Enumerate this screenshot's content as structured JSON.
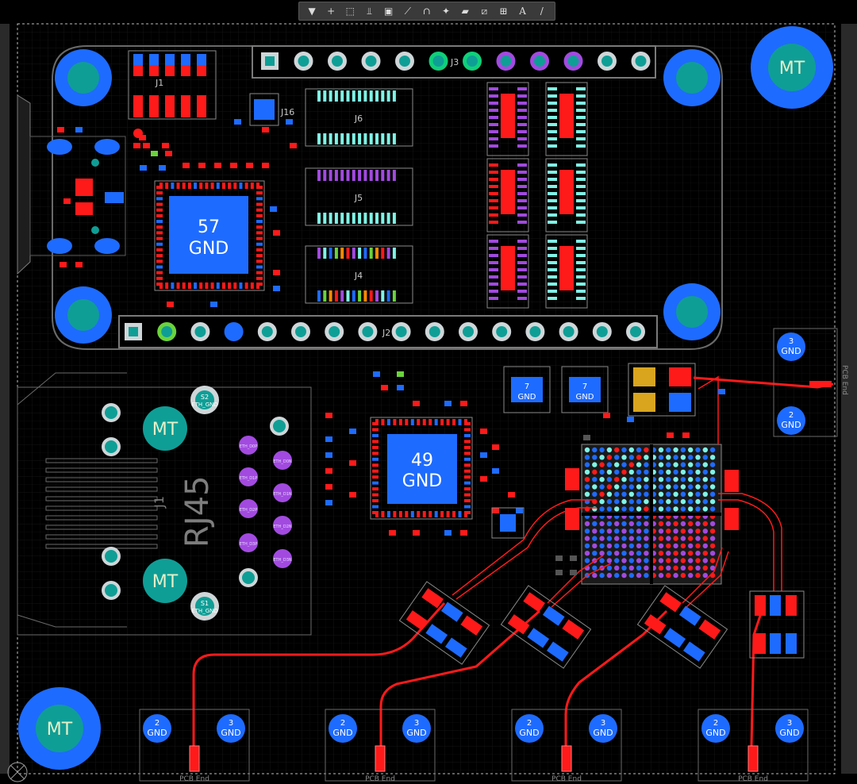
{
  "toolbar": {
    "tools": [
      {
        "name": "filter-tool-icon",
        "glyph": "▼"
      },
      {
        "name": "place-cross-icon",
        "glyph": "+"
      },
      {
        "name": "select-rect-icon",
        "glyph": "⬚"
      },
      {
        "name": "align-icon",
        "glyph": "⫫"
      },
      {
        "name": "component-icon",
        "glyph": "▣"
      },
      {
        "name": "route-icon",
        "glyph": "⟋"
      },
      {
        "name": "diff-pair-icon",
        "glyph": "∩"
      },
      {
        "name": "highlight-icon",
        "glyph": "✦"
      },
      {
        "name": "fill-icon",
        "glyph": "▰"
      },
      {
        "name": "dimension-icon",
        "glyph": "⧄"
      },
      {
        "name": "graph-icon",
        "glyph": "⊞"
      },
      {
        "name": "text-tool-icon",
        "glyph": "A"
      },
      {
        "name": "line-tool-icon",
        "glyph": "/"
      }
    ]
  },
  "labels": {
    "mt": "MT",
    "gnd57_num": "57",
    "gnd": "GND",
    "gnd49_num": "49",
    "seven": "7",
    "rj45": "RJ45",
    "j1": "J1",
    "j2": "J2",
    "j3": "J3",
    "j4": "J4",
    "j5": "J5",
    "j6": "J6",
    "j16": "J16",
    "pcb_end": "PCB End",
    "pad2": "2",
    "pad3": "3",
    "s1": "S1",
    "s2": "S2",
    "eth_gnd": "ETH_GND",
    "eth_d0p": "ETH_D0P",
    "eth_d0n": "ETH_D0N",
    "eth_d1p": "ETH_D1P",
    "eth_d1n": "ETH_D1N",
    "eth_d2p": "ETH_D2P",
    "eth_d2n": "ETH_D2N",
    "eth_d3p": "ETH_D3P",
    "eth_d3n": "ETH_D3N"
  },
  "colors": {
    "board_bg": "#000000",
    "outline": "#7d7d7d",
    "copper_top": "#ff1a1a",
    "copper_bottom": "#1e6bff",
    "pad_teal": "#0f9e96",
    "via_light": "#cfd6d8",
    "silk": "#c9c9c9",
    "violet": "#a24ae0",
    "cyan": "#7ff4e6",
    "lime": "#6ad43b",
    "gold": "#d9a51e"
  }
}
